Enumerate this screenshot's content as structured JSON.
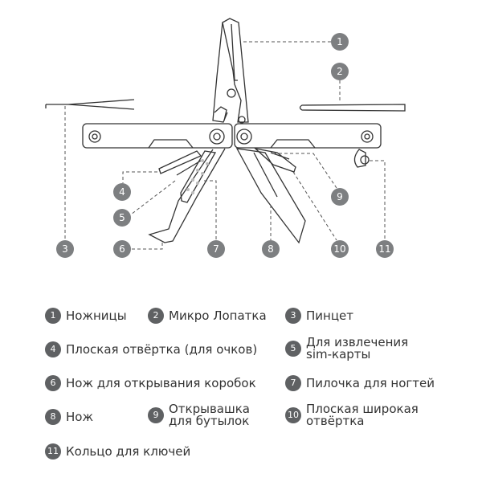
{
  "colors": {
    "callout": "#7d7f81",
    "legend_badge": "#5f6163",
    "line": "#333333"
  },
  "parts": [
    {
      "num": "1",
      "label": "Ножницы"
    },
    {
      "num": "2",
      "label": "Микро Лопатка"
    },
    {
      "num": "3",
      "label": "Пинцет"
    },
    {
      "num": "4",
      "label": "Плоская отвёртка (для очков)"
    },
    {
      "num": "5",
      "label": "Для извлечения\nsim-карты"
    },
    {
      "num": "6",
      "label": "Нож для открывания коробок"
    },
    {
      "num": "7",
      "label": "Пилочка для ногтей"
    },
    {
      "num": "8",
      "label": "Нож"
    },
    {
      "num": "9",
      "label": "Открывашка\nдля бутылок"
    },
    {
      "num": "10",
      "label": "Плоская широкая\nотвёртка"
    },
    {
      "num": "11",
      "label": "Кольцо для ключей"
    }
  ]
}
